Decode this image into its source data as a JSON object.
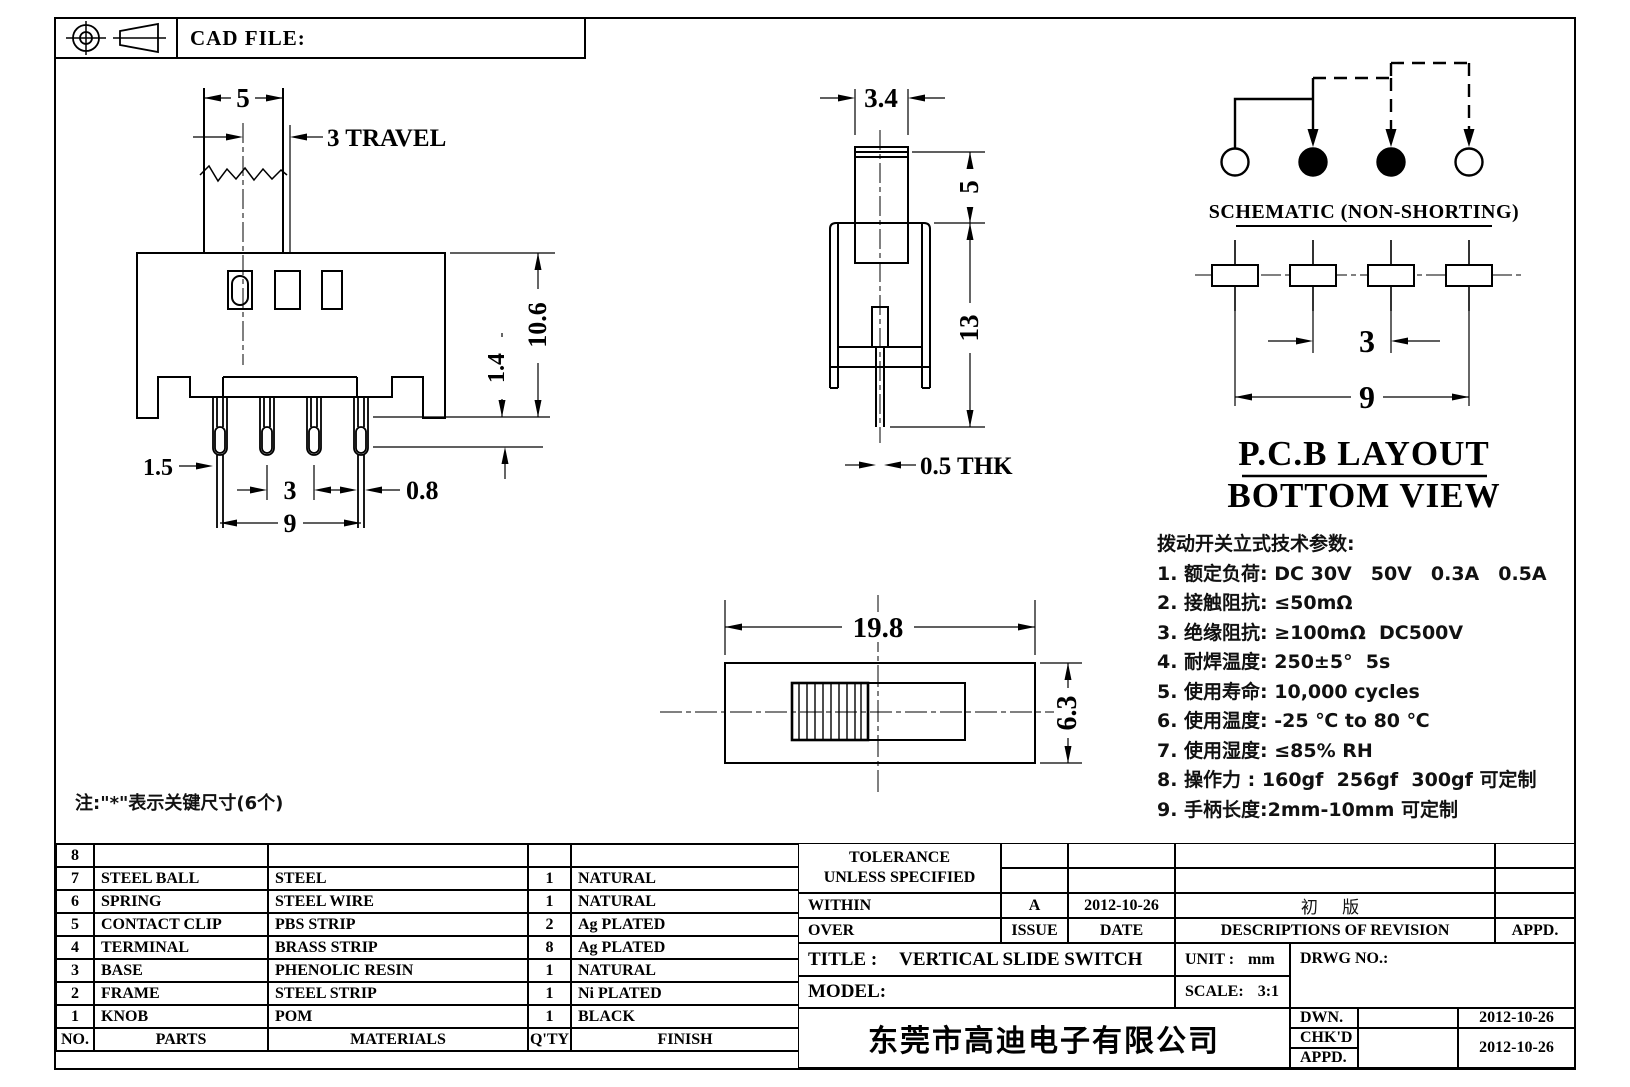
{
  "header": {
    "cad_file_label": "CAD FILE:"
  },
  "front_view": {
    "dim_knob_width": "5",
    "dim_travel": "3 TRAVEL",
    "dim_body_height": "10.6",
    "dim_standoff": "1.4",
    "dim_pin_width": "1.5",
    "dim_pin_pitch": "3",
    "dim_leg_width": "0.8",
    "dim_pin_span": "9"
  },
  "side_view": {
    "dim_knob_width": "3.4",
    "dim_knob_height": "5",
    "dim_total_height": "13",
    "dim_terminal_thickness": "0.5 THK"
  },
  "schematic": {
    "heading": "SCHEMATIC (NON-SHORTING)",
    "dim_pad_pitch": "3",
    "dim_pad_span": "9",
    "caption_line1": "P.C.B LAYOUT",
    "caption_line2": "BOTTOM VIEW"
  },
  "top_view": {
    "dim_length": "19.8",
    "dim_width": "6.3"
  },
  "tech_params": {
    "title": "拨动开关立式技术参数:",
    "items": [
      "1. 额定负荷: DC 30V　50V　0.3A　0.5A",
      "2. 接触阻抗: ≤50mΩ",
      "3. 绝缘阻抗: ≥100mΩ  DC500V",
      "4. 耐焊温度: 250±5°  5s",
      "5. 使用寿命: 10,000 cycles",
      "6. 使用温度: -25 ℃ to 80 ℃",
      "7. 使用湿度: ≤85% RH",
      "8. 操作力 : 160gf  256gf  300gf 可定制",
      "9. 手柄长度:2mm-10mm 可定制"
    ]
  },
  "note_text": "注:\"*\"表示关键尺寸(6个)",
  "bom": {
    "headers": {
      "no": "NO.",
      "parts": "PARTS",
      "materials": "MATERIALS",
      "qty": "Q'TY",
      "finish": "FINISH"
    },
    "rows": [
      {
        "no": "8",
        "parts": "",
        "materials": "",
        "qty": "",
        "finish": ""
      },
      {
        "no": "7",
        "parts": "STEEL BALL",
        "materials": "STEEL",
        "qty": "1",
        "finish": "NATURAL"
      },
      {
        "no": "6",
        "parts": "SPRING",
        "materials": "STEEL WIRE",
        "qty": "1",
        "finish": "NATURAL"
      },
      {
        "no": "5",
        "parts": "CONTACT CLIP",
        "materials": "PBS STRIP",
        "qty": "2",
        "finish": "Ag PLATED"
      },
      {
        "no": "4",
        "parts": "TERMINAL",
        "materials": "BRASS STRIP",
        "qty": "8",
        "finish": "Ag PLATED"
      },
      {
        "no": "3",
        "parts": "BASE",
        "materials": "PHENOLIC RESIN",
        "qty": "1",
        "finish": "NATURAL"
      },
      {
        "no": "2",
        "parts": "FRAME",
        "materials": "STEEL STRIP",
        "qty": "1",
        "finish": "Ni PLATED"
      },
      {
        "no": "1",
        "parts": "KNOB",
        "materials": "POM",
        "qty": "1",
        "finish": "BLACK"
      }
    ]
  },
  "title_block": {
    "tolerance_line1": "TOLERANCE",
    "tolerance_line2": "UNLESS  SPECIFIED",
    "within_label": "WITHIN",
    "over_label": "OVER",
    "issue_value": "A",
    "issue_date": "2012-10-26",
    "revision_desc": "初  版",
    "issue_label": "ISSUE",
    "date_label": "DATE",
    "descriptions_label": "DESCRIPTIONS OF REVISION",
    "appd_header_label": "APPD.",
    "title_label": "TITLE :",
    "title_value": "VERTICAL SLIDE SWITCH",
    "unit_label": "UNIT :",
    "unit_value": "mm",
    "drwg_label": "DRWG NO.:",
    "model_label": "MODEL:",
    "scale_label": "SCALE:",
    "scale_value": "3:1",
    "company": "东莞市高迪电子有限公司",
    "dwn_label": "DWN.",
    "dwn_date": "2012-10-26",
    "chkd_label": "CHK'D",
    "appd_label": "APPD.",
    "chkd_date": "2012-10-26"
  }
}
